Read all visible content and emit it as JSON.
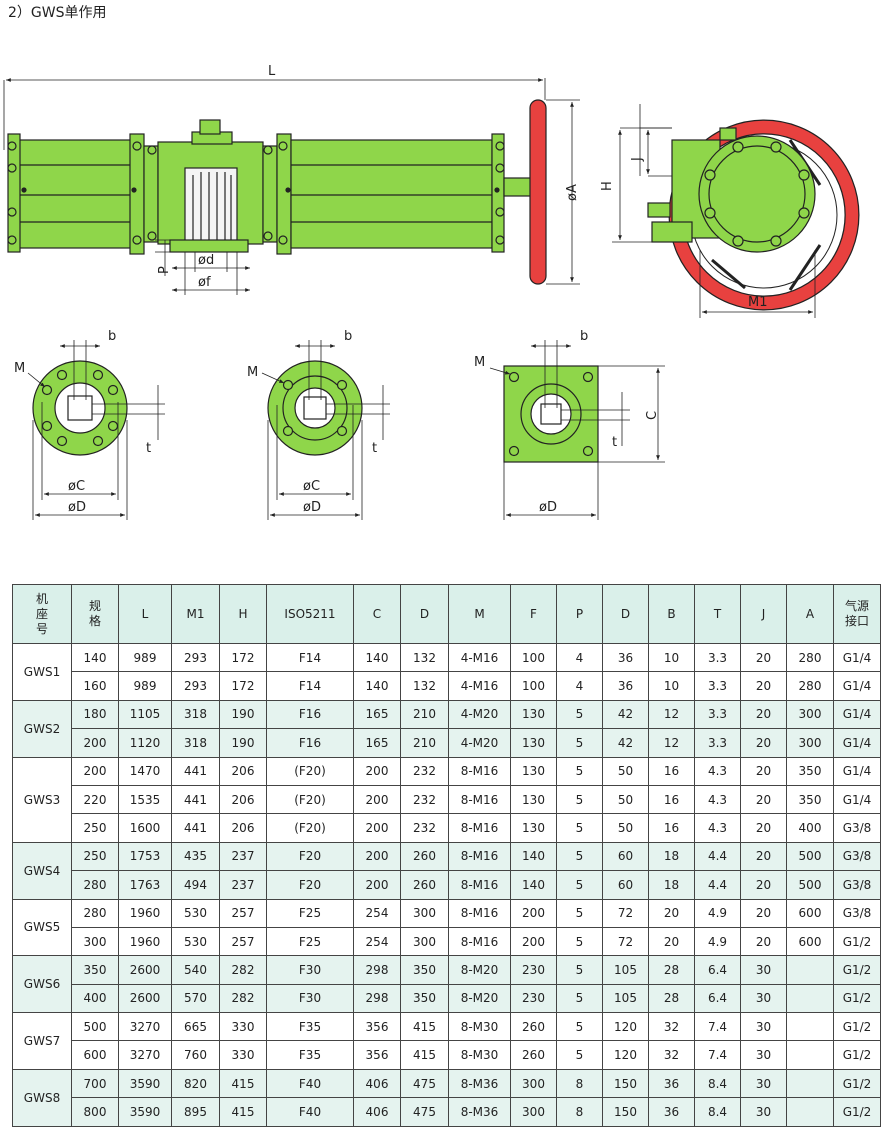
{
  "page": {
    "heading": "2）GWS单作用"
  },
  "drawing": {
    "labels": {
      "L": "L",
      "A": "øA",
      "d": "ød",
      "f": "øf",
      "P": "P",
      "H": "H",
      "J": "J",
      "M1": "M1",
      "b": "b",
      "M": "M",
      "t": "t",
      "C_round": "øC",
      "D_round": "øD",
      "C_square": "C",
      "D_square": "øD"
    },
    "colors": {
      "body": "#8fd64a",
      "handwheel": "#e8413f",
      "outline": "#222222"
    }
  },
  "table": {
    "headers": [
      "机\n座\n号",
      "规\n格",
      "L",
      "M1",
      "H",
      "ISO5211",
      "C",
      "D",
      "M",
      "F",
      "P",
      "D",
      "B",
      "T",
      "J",
      "A",
      "气源\n接口"
    ],
    "groups": [
      {
        "model": "GWS1",
        "rows": [
          [
            "140",
            "989",
            "293",
            "172",
            "F14",
            "140",
            "132",
            "4-M16",
            "100",
            "4",
            "36",
            "10",
            "3.3",
            "20",
            "280",
            "G1/4"
          ],
          [
            "160",
            "989",
            "293",
            "172",
            "F14",
            "140",
            "132",
            "4-M16",
            "100",
            "4",
            "36",
            "10",
            "3.3",
            "20",
            "280",
            "G1/4"
          ]
        ]
      },
      {
        "model": "GWS2",
        "rows": [
          [
            "180",
            "1105",
            "318",
            "190",
            "F16",
            "165",
            "210",
            "4-M20",
            "130",
            "5",
            "42",
            "12",
            "3.3",
            "20",
            "300",
            "G1/4"
          ],
          [
            "200",
            "1120",
            "318",
            "190",
            "F16",
            "165",
            "210",
            "4-M20",
            "130",
            "5",
            "42",
            "12",
            "3.3",
            "20",
            "300",
            "G1/4"
          ]
        ]
      },
      {
        "model": "GWS3",
        "rows": [
          [
            "200",
            "1470",
            "441",
            "206",
            "(F20)",
            "200",
            "232",
            "8-M16",
            "130",
            "5",
            "50",
            "16",
            "4.3",
            "20",
            "350",
            "G1/4"
          ],
          [
            "220",
            "1535",
            "441",
            "206",
            "(F20)",
            "200",
            "232",
            "8-M16",
            "130",
            "5",
            "50",
            "16",
            "4.3",
            "20",
            "350",
            "G1/4"
          ],
          [
            "250",
            "1600",
            "441",
            "206",
            "(F20)",
            "200",
            "232",
            "8-M16",
            "130",
            "5",
            "50",
            "16",
            "4.3",
            "20",
            "400",
            "G3/8"
          ]
        ]
      },
      {
        "model": "GWS4",
        "rows": [
          [
            "250",
            "1753",
            "435",
            "237",
            "F20",
            "200",
            "260",
            "8-M16",
            "140",
            "5",
            "60",
            "18",
            "4.4",
            "20",
            "500",
            "G3/8"
          ],
          [
            "280",
            "1763",
            "494",
            "237",
            "F20",
            "200",
            "260",
            "8-M16",
            "140",
            "5",
            "60",
            "18",
            "4.4",
            "20",
            "500",
            "G3/8"
          ]
        ]
      },
      {
        "model": "GWS5",
        "rows": [
          [
            "280",
            "1960",
            "530",
            "257",
            "F25",
            "254",
            "300",
            "8-M16",
            "200",
            "5",
            "72",
            "20",
            "4.9",
            "20",
            "600",
            "G3/8"
          ],
          [
            "300",
            "1960",
            "530",
            "257",
            "F25",
            "254",
            "300",
            "8-M16",
            "200",
            "5",
            "72",
            "20",
            "4.9",
            "20",
            "600",
            "G1/2"
          ]
        ]
      },
      {
        "model": "GWS6",
        "rows": [
          [
            "350",
            "2600",
            "540",
            "282",
            "F30",
            "298",
            "350",
            "8-M20",
            "230",
            "5",
            "105",
            "28",
            "6.4",
            "30",
            "",
            "G1/2"
          ],
          [
            "400",
            "2600",
            "570",
            "282",
            "F30",
            "298",
            "350",
            "8-M20",
            "230",
            "5",
            "105",
            "28",
            "6.4",
            "30",
            "",
            "G1/2"
          ]
        ]
      },
      {
        "model": "GWS7",
        "rows": [
          [
            "500",
            "3270",
            "665",
            "330",
            "F35",
            "356",
            "415",
            "8-M30",
            "260",
            "5",
            "120",
            "32",
            "7.4",
            "30",
            "",
            "G1/2"
          ],
          [
            "600",
            "3270",
            "760",
            "330",
            "F35",
            "356",
            "415",
            "8-M30",
            "260",
            "5",
            "120",
            "32",
            "7.4",
            "30",
            "",
            "G1/2"
          ]
        ]
      },
      {
        "model": "GWS8",
        "rows": [
          [
            "700",
            "3590",
            "820",
            "415",
            "F40",
            "406",
            "475",
            "8-M36",
            "300",
            "8",
            "150",
            "36",
            "8.4",
            "30",
            "",
            "G1/2"
          ],
          [
            "800",
            "3590",
            "895",
            "415",
            "F40",
            "406",
            "475",
            "8-M36",
            "300",
            "8",
            "150",
            "36",
            "8.4",
            "30",
            "",
            "G1/2"
          ]
        ]
      }
    ]
  }
}
